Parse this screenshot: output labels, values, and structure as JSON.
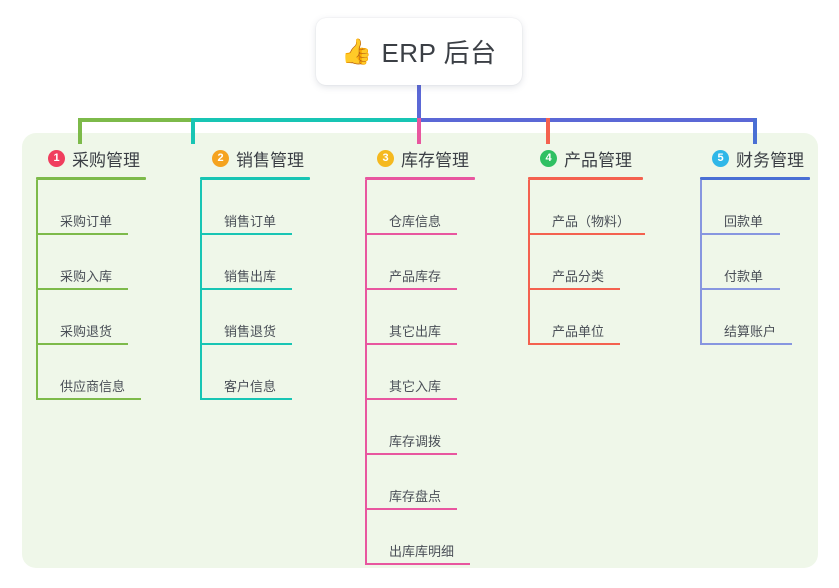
{
  "diagram": {
    "title": "ERP 后台",
    "root": {
      "icon": "thumbs-up-icon",
      "icon_glyph": "👍",
      "label": "ERP 后台"
    },
    "panel_color": "#eff7e9",
    "columns": [
      {
        "number": "1",
        "label": "采购管理",
        "badge_color": "#f03e5e",
        "rule_color": "#7dba4a",
        "line_color": "#7dba4a",
        "items": [
          {
            "label": "采购订单"
          },
          {
            "label": "采购入库"
          },
          {
            "label": "采购退货"
          },
          {
            "label": "供应商信息"
          }
        ]
      },
      {
        "number": "2",
        "label": "销售管理",
        "badge_color": "#f5a31f",
        "rule_color": "#18c5b4",
        "line_color": "#18c5b4",
        "items": [
          {
            "label": "销售订单"
          },
          {
            "label": "销售出库"
          },
          {
            "label": "销售退货"
          },
          {
            "label": "客户信息"
          }
        ]
      },
      {
        "number": "3",
        "label": "库存管理",
        "badge_color": "#f5b91f",
        "rule_color": "#e8569f",
        "line_color": "#e8569f",
        "items": [
          {
            "label": "仓库信息"
          },
          {
            "label": "产品库存"
          },
          {
            "label": "其它出库"
          },
          {
            "label": "其它入库"
          },
          {
            "label": "库存调拨"
          },
          {
            "label": "库存盘点"
          },
          {
            "label": "出库库明细"
          }
        ]
      },
      {
        "number": "4",
        "label": "产品管理",
        "badge_color": "#2fc062",
        "rule_color": "#f4614f",
        "line_color": "#f4614f",
        "items": [
          {
            "label": "产品（物料）"
          },
          {
            "label": "产品分类"
          },
          {
            "label": "产品单位"
          }
        ]
      },
      {
        "number": "5",
        "label": "财务管理",
        "badge_color": "#2fb7e8",
        "rule_color": "#4a6fd4",
        "line_color": "#8796e0",
        "items": [
          {
            "label": "回款单"
          },
          {
            "label": "付款单"
          },
          {
            "label": "结算账户"
          }
        ]
      }
    ],
    "connectors": {
      "stem_color": "#5b68d6",
      "bar_segments": [
        {
          "color": "#7dba4a"
        },
        {
          "color": "#18c5b4"
        },
        {
          "color": "#5b68d6"
        }
      ]
    }
  }
}
